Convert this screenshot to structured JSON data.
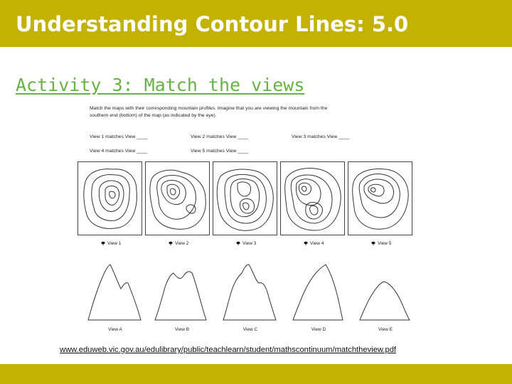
{
  "header": {
    "title": "Understanding Contour Lines: 5.0"
  },
  "subtitle": "Activity 3: Match the views",
  "worksheet": {
    "instructions": "Match the maps with their corresponding mountain profiles. Imagine that you are viewing the mountain from the southern end (bottom) of the map (as indicated by the eye).",
    "matches": [
      "View 1 matches View ____",
      "View 2 matches View ____",
      "View 3 matches View ____",
      "View 4 matches View ____",
      "View 5 matches View ____"
    ],
    "map_views": [
      "View 1",
      "View 2",
      "View 3",
      "View 4",
      "View 5"
    ],
    "profile_views": [
      "View A",
      "View B",
      "View C",
      "View D",
      "View E"
    ]
  },
  "source_url": "www.eduweb.vic.gov.au/edulibrary/public/teachlearn/student/mathscontinuum/matchtheview.pdf",
  "colors": {
    "accent": "#c3b104",
    "subtitle": "#67b244"
  },
  "icons": {
    "eye": "eye-icon"
  }
}
